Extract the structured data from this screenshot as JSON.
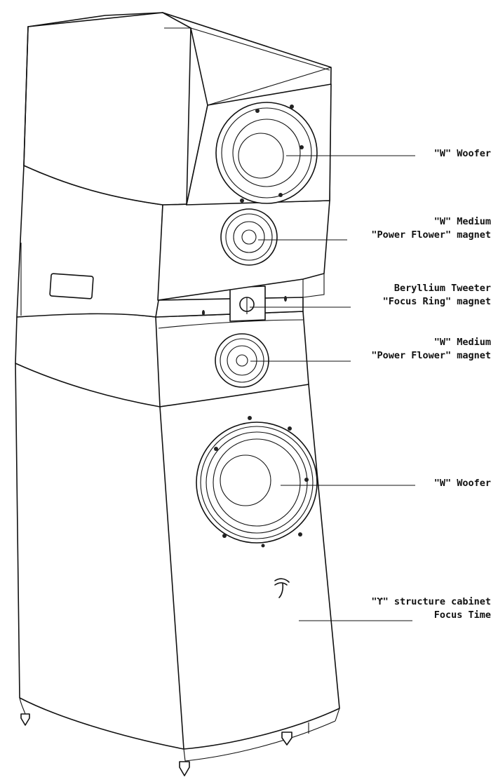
{
  "callouts": [
    {
      "id": "upper-woofer",
      "lines": [
        "\"W\" Woofer"
      ]
    },
    {
      "id": "upper-medium",
      "lines": [
        "\"W\" Medium",
        "\"Power Flower\" magnet"
      ]
    },
    {
      "id": "tweeter",
      "lines": [
        "Beryllium Tweeter",
        "\"Focus Ring\" magnet"
      ]
    },
    {
      "id": "lower-medium",
      "lines": [
        "\"W\" Medium",
        "\"Power Flower\" magnet"
      ]
    },
    {
      "id": "lower-woofer",
      "lines": [
        "\"W\" Woofer"
      ]
    },
    {
      "id": "cabinet",
      "lines": [
        "\"ϒ\" structure cabinet",
        "Focus Time"
      ]
    }
  ],
  "colors": {
    "ink": "#111111",
    "paper": "#ffffff"
  },
  "icons": [
    "focal-logo-icon"
  ]
}
